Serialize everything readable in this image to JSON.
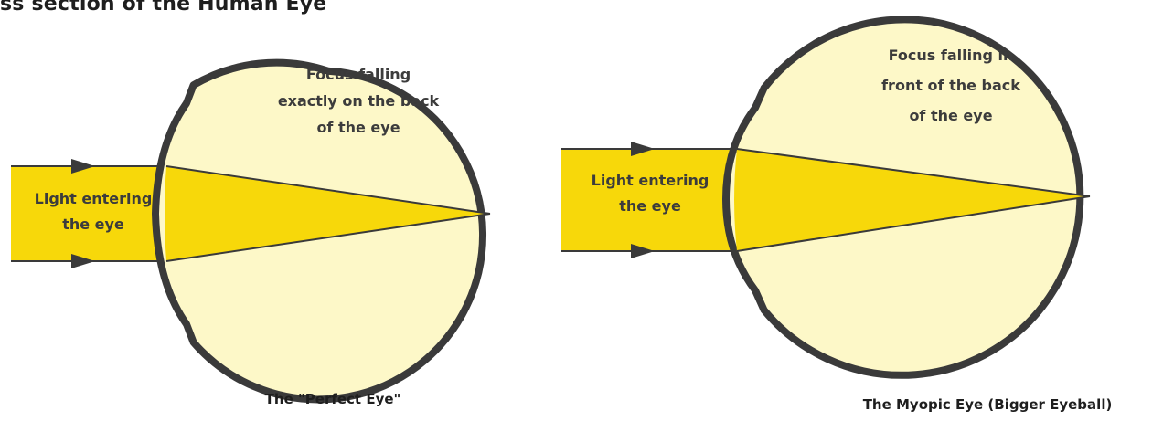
{
  "page": {
    "title": "ss section of the Human Eye"
  },
  "colors": {
    "eyeball_fill": "#fdf8c8",
    "light_beam": "#f7d80a",
    "outline": "#3a3a3a"
  },
  "perfect_eye": {
    "light_label": "Light entering the eye",
    "light_lines": [
      "Light entering",
      "the eye"
    ],
    "focus_lines": [
      "Focus falling",
      "exactly on the back",
      "of the eye"
    ],
    "caption": "The \"Perfect Eye\""
  },
  "myopic_eye": {
    "light_lines": [
      "Light entering",
      "the eye"
    ],
    "focus_lines": [
      "Focus falling in",
      "front of the back",
      "of the eye"
    ],
    "caption": "The Myopic Eye (Bigger Eyeball)"
  }
}
